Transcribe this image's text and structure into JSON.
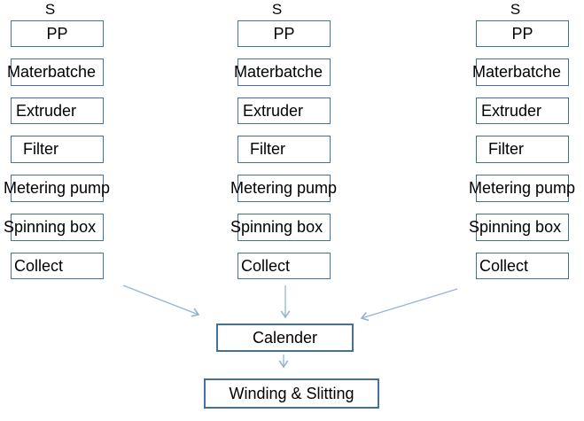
{
  "diagram": {
    "source_label": "S",
    "columns": [
      {
        "boxes": [
          "PP",
          "Materbatche",
          "Extruder",
          "Filter",
          "Metering pump",
          "Spinning box",
          "Collect"
        ]
      },
      {
        "boxes": [
          "PP",
          "Materbatche",
          "Extruder",
          "Filter",
          "Metering pump",
          "Spinning box",
          "Collect"
        ]
      },
      {
        "boxes": [
          "PP",
          "Materbatche",
          "Extruder",
          "Filter",
          "Metering pump",
          "Spinning box",
          "Collect"
        ]
      }
    ],
    "merge_node": "Calender",
    "final_node": "Winding & Slitting"
  },
  "colors": {
    "box_border": "#41719c",
    "arrow": "#95b3d7",
    "text": "#000000",
    "background": "#ffffff"
  }
}
